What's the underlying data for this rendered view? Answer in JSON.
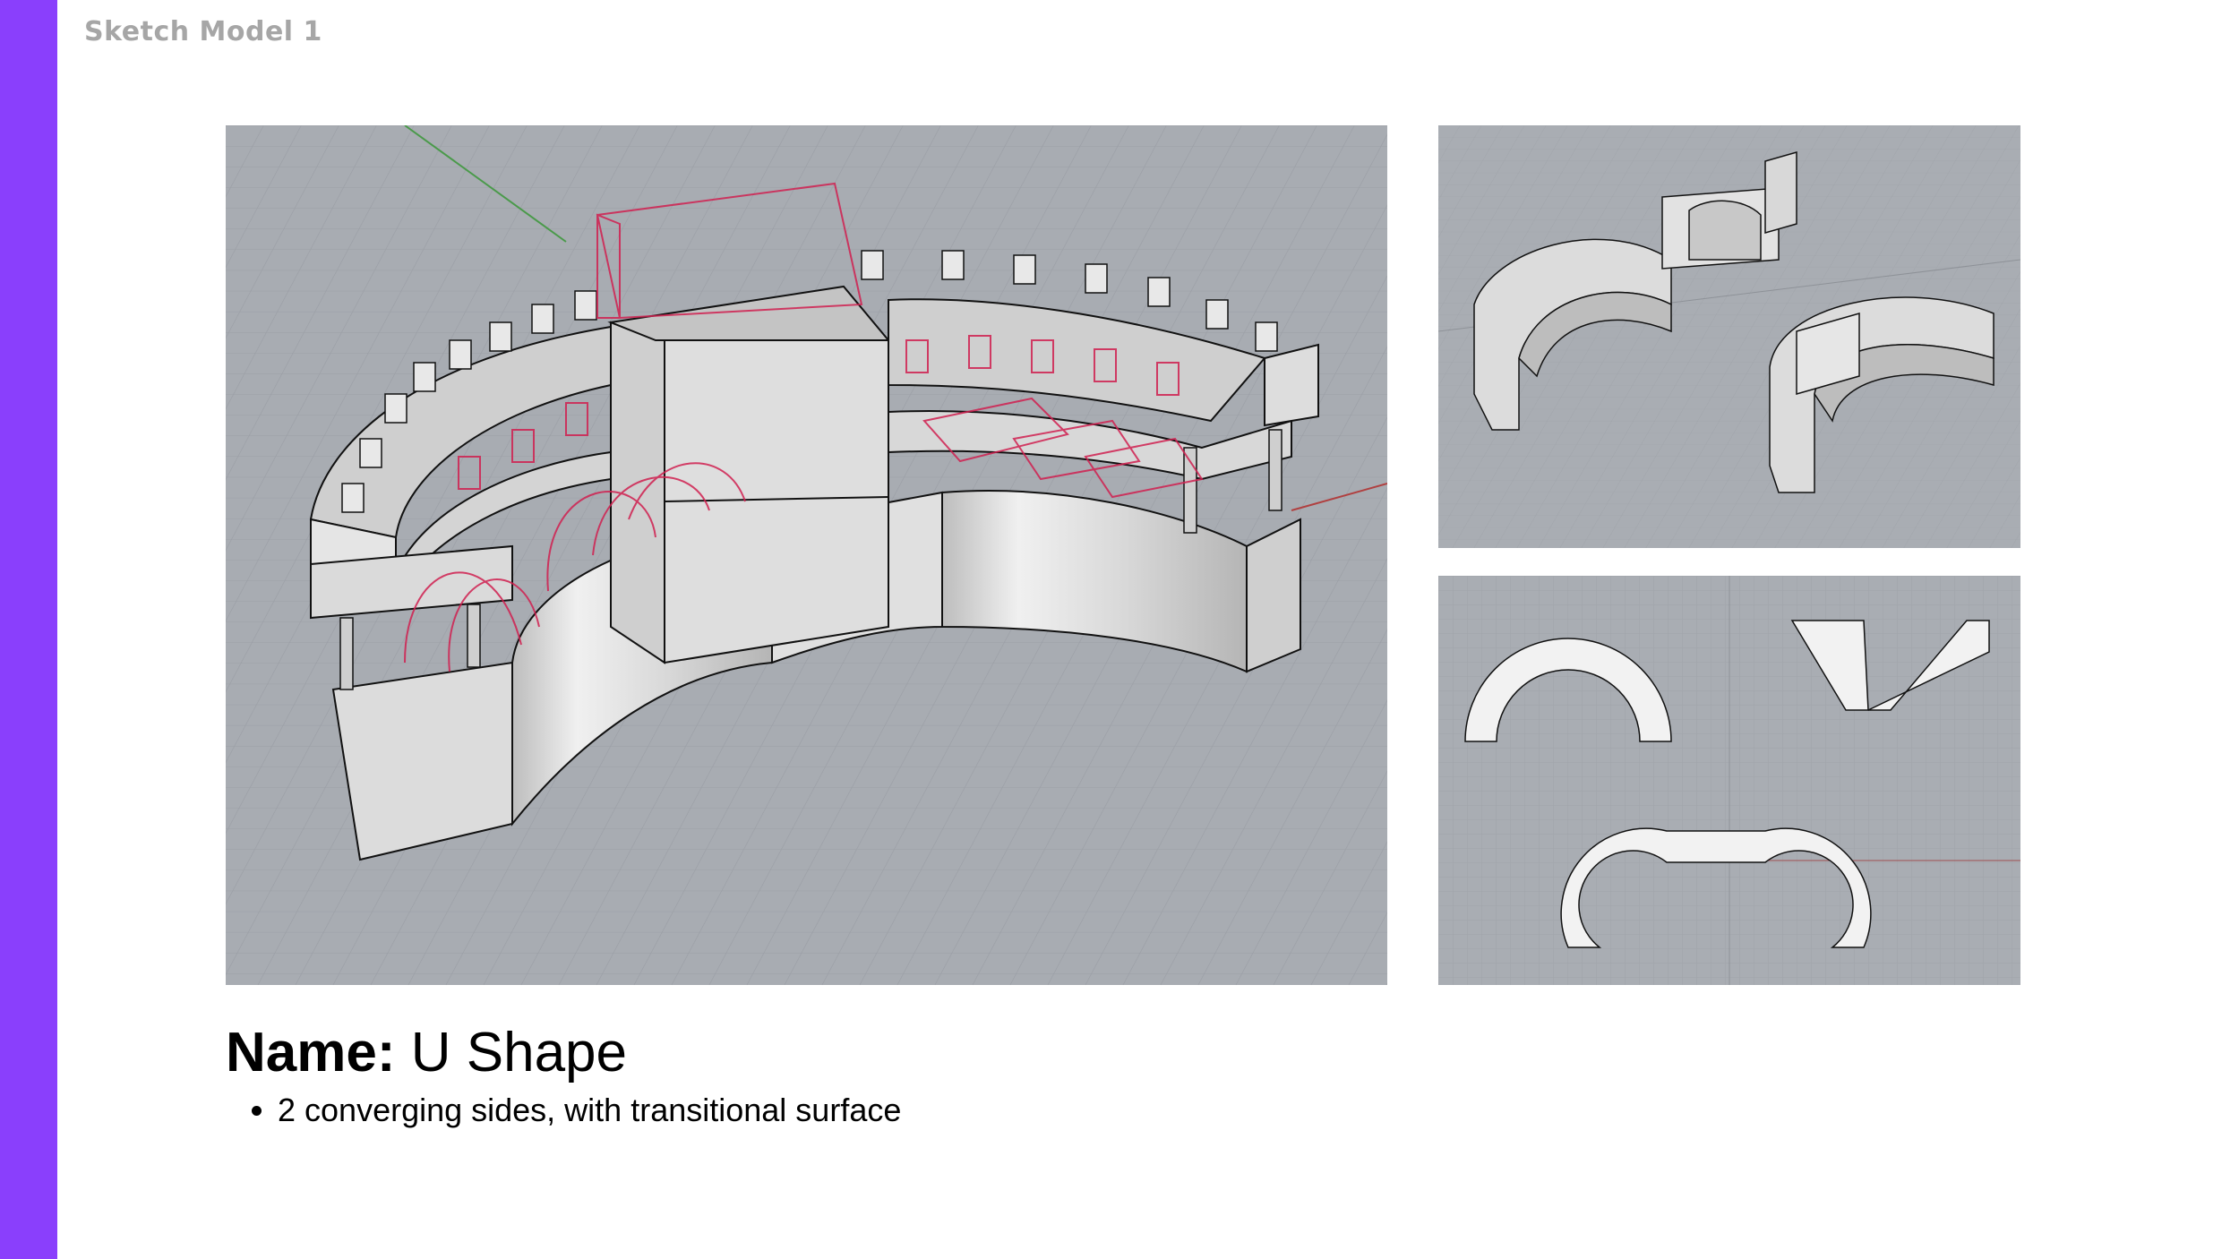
{
  "slide": {
    "title": "Sketch Model 1",
    "accent_color": "#8a3ffc"
  },
  "caption": {
    "name_label": "Name:",
    "name_value": " U Shape",
    "bullets": [
      "2 converging sides, with transitional surface"
    ]
  },
  "viewports": {
    "main": "perspective-render",
    "perspective": "three-model-perspective",
    "top": "three-model-plan"
  }
}
